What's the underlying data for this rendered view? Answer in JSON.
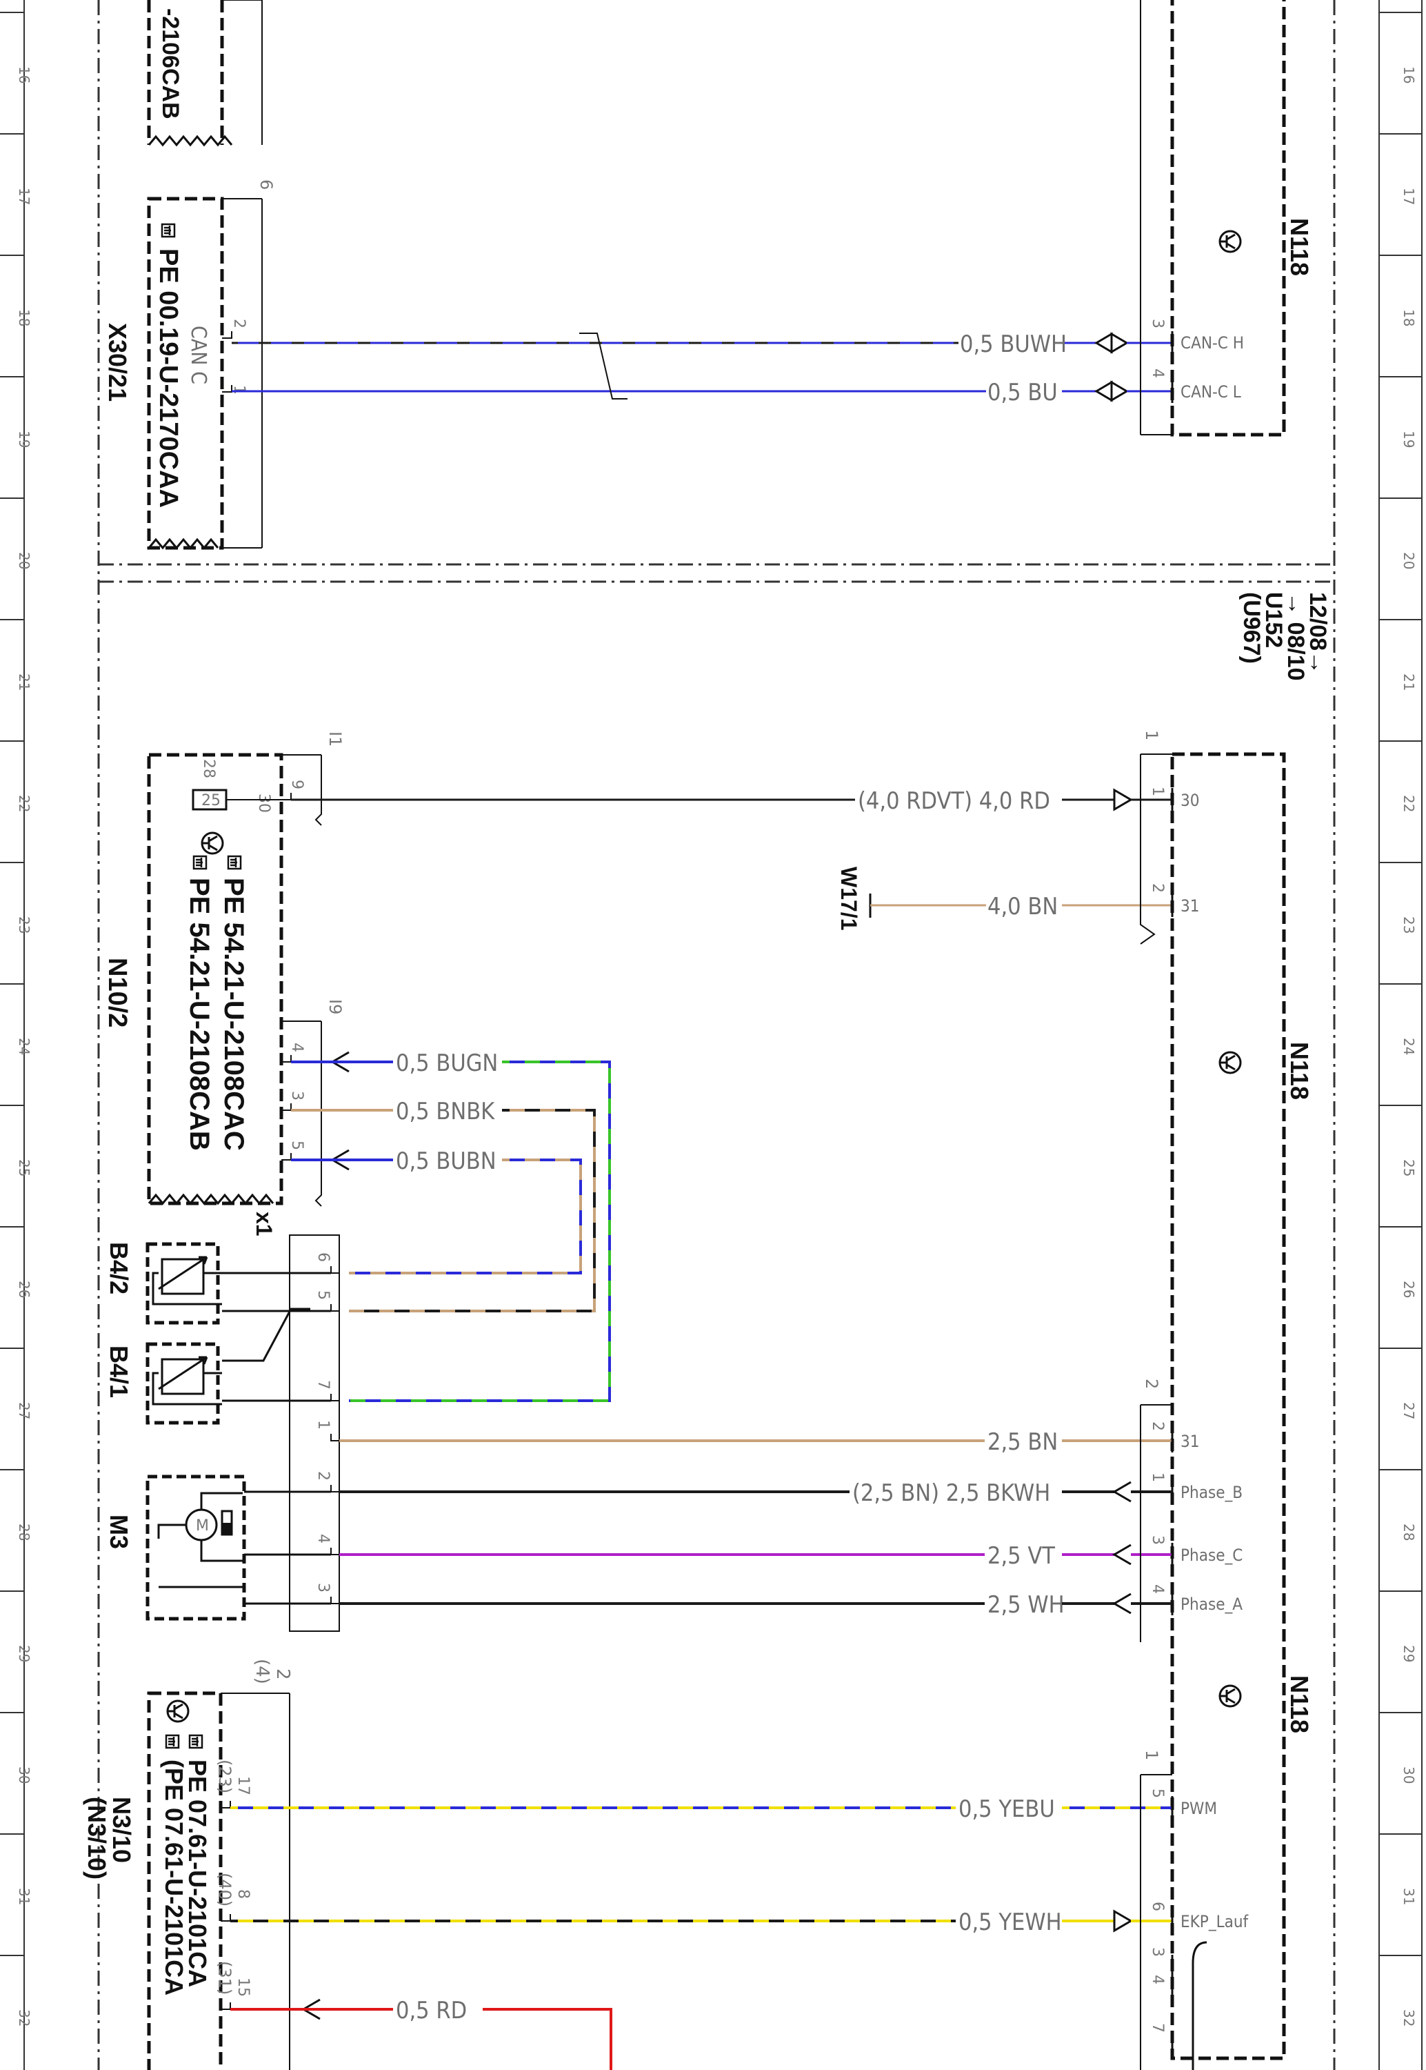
{
  "diagram": {
    "title": "",
    "ruler": {
      "numbers": [
        "16",
        "17",
        "18",
        "19",
        "20",
        "21",
        "22",
        "23",
        "24",
        "25",
        "26",
        "27",
        "28",
        "29",
        "30",
        "31",
        "32"
      ]
    },
    "top": {
      "x30_connector_id": "X30/21",
      "x30_doc_ref": "PE 00.19-U-2170CAA",
      "x30_prev_ref": "-2106CAB",
      "x30_group_label": "CAN C",
      "x30_section": "6",
      "x30_pin_high": "2",
      "x30_pin_low": "1",
      "wire_can_high": "0,5 BUWH",
      "wire_can_low": "0,5 BU",
      "n118_pin_high": "3",
      "n118_pin_low": "4",
      "n118_signal_high": "CAN-C H",
      "n118_signal_low": "CAN-C L",
      "n118_label": "N118"
    },
    "date_note": {
      "line1": "12/08→",
      "line2": "→ 08/10",
      "line3": "U152",
      "line4": "(U967)"
    },
    "middle": {
      "n10_label": "N10/2",
      "n10_doc_ref_1": "PE 54.21-U-2108CAB",
      "n10_doc_ref_2": "PE 54.21-U-2108CAC",
      "n10_section_1": "I1",
      "n10_section_2": "I9",
      "fuse_number": "25",
      "fuse_rating": "28",
      "fuse_terminal": "30",
      "power_pin": "9",
      "wire_power": "(4,0 RDVT) 4,0 RD",
      "n118_power_pin": "1",
      "n118_power_terminal": "30",
      "ground_label": "W17/1",
      "wire_ground": "4,0 BN",
      "n118_ground_pin": "2",
      "n118_ground_terminal": "31",
      "n118_section_1": "1",
      "n118_label": "N118",
      "n10_pins": [
        "4",
        "3",
        "5"
      ],
      "wires_sensor": [
        "0,5 BUGN",
        "0,5 BNBK",
        "0,5 BUBN"
      ],
      "x1_label": "x1",
      "x1_pins_top": [
        "6",
        "5",
        "7"
      ],
      "b42_label": "B4/2",
      "b41_label": "B4/1",
      "m3_label": "M3",
      "m3_symbol": "M",
      "x1_pins_motor": [
        "1",
        "2",
        "4",
        "3"
      ],
      "wires_motor": [
        "2,5 BN",
        "(2,5 BN) 2,5 BKWH",
        "2,5 VT",
        "2,5 WH"
      ],
      "n118_section_2": "2",
      "n118_motor_pins": [
        "2",
        "1",
        "3",
        "4"
      ],
      "n118_motor_signals": [
        "31",
        "Phase_B",
        "Phase_C",
        "Phase_A"
      ]
    },
    "bottom": {
      "n3_label": "N3/10",
      "n3_label_alt": "(N3/10)",
      "n3_doc_ref_1": "PE 07.61-U-2101CA",
      "n3_doc_ref_2": "(PE 07.61-U-2101CA",
      "n3_section": "2",
      "n3_section_alt": "(4)",
      "n3_pins": [
        "17",
        "8",
        "15"
      ],
      "n3_pins_alt": [
        "(23)",
        "(40)",
        "(31)"
      ],
      "wires": [
        "0,5 YEBU",
        "0,5 YEWH",
        "0,5 RD"
      ],
      "n118_section": "1",
      "n118_label": "N118",
      "n118_pins": [
        "5",
        "6",
        "3",
        "4",
        "7"
      ],
      "n118_signals": [
        "PWM",
        "EKP_Lauf"
      ]
    },
    "colors": {
      "black": "#1a1a1a",
      "blue": "#2a2ad8",
      "brown": "#c8a27a",
      "green": "#39c42a",
      "yellow": "#f0e000",
      "violet": "#b020c8",
      "red": "#e01818",
      "label_grey": "#6e6e6e"
    },
    "icons": [
      "hand-pointer-icon",
      "transistor-icon",
      "potentiometer-icon",
      "motor-icon",
      "fuse-icon",
      "arrow-connector-icon"
    ]
  }
}
